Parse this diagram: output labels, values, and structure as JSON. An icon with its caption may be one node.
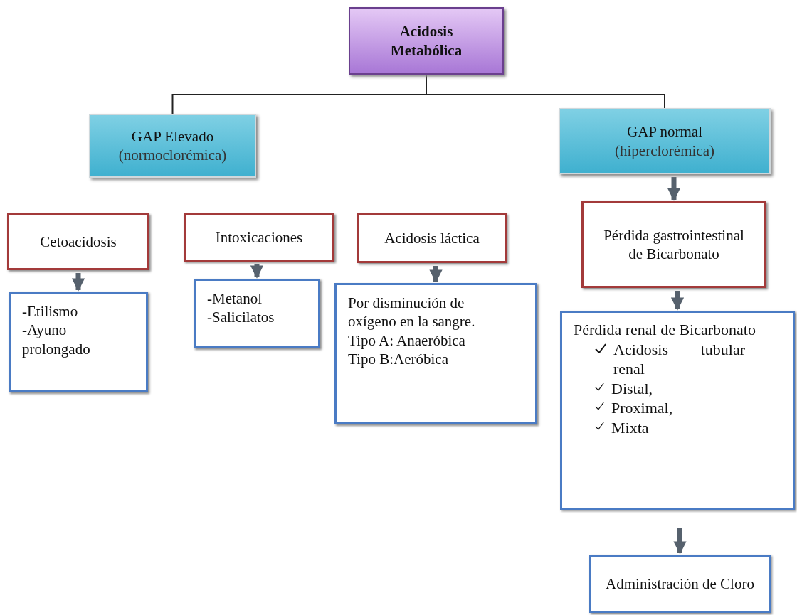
{
  "diagram": {
    "nodes": [
      {
        "text": [
          "Acidosis Metabólica"
        ]
      },
      {
        "text": [
          "GAP Elevado",
          "(normoclorémica)"
        ]
      },
      {
        "text": [
          "GAP normal",
          "(hiperclorémica)"
        ]
      },
      {
        "text": [
          "Cetoacidosis"
        ]
      },
      {
        "text": [
          "Intoxicaciones"
        ]
      },
      {
        "text": [
          "Acidosis láctica"
        ]
      },
      {
        "text": [
          "Pérdida gastrointestinal de Bicarbonato"
        ]
      },
      {
        "text": [
          "-Etilismo",
          "-Ayuno prolongado"
        ]
      },
      {
        "text": [
          "-Metanol",
          "-Salicilatos"
        ]
      },
      {
        "text": [
          "Por disminución de oxígeno en la sangre.",
          "Tipo A: Anaeróbica",
          "Tipo B:Aeróbica"
        ]
      },
      {
        "text": [
          "Pérdida renal de Bicarbonato",
          "Acidosis tubular renal",
          "Distal,",
          "Proximal,",
          "Mixta"
        ]
      },
      {
        "text": [
          "Administración de Cloro"
        ]
      }
    ],
    "edges": [
      {
        "from": 0,
        "to": 1,
        "arrow": "none"
      },
      {
        "from": 0,
        "to": 2,
        "arrow": "none"
      },
      {
        "from": 2,
        "to": 6,
        "arrow": "to"
      },
      {
        "from": 3,
        "to": 7,
        "arrow": "to"
      },
      {
        "from": 4,
        "to": 8,
        "arrow": "to"
      },
      {
        "from": 5,
        "to": 9,
        "arrow": "to"
      },
      {
        "from": 6,
        "to": 10,
        "arrow": "to"
      },
      {
        "from": 10,
        "to": 11,
        "arrow": "to"
      }
    ]
  }
}
